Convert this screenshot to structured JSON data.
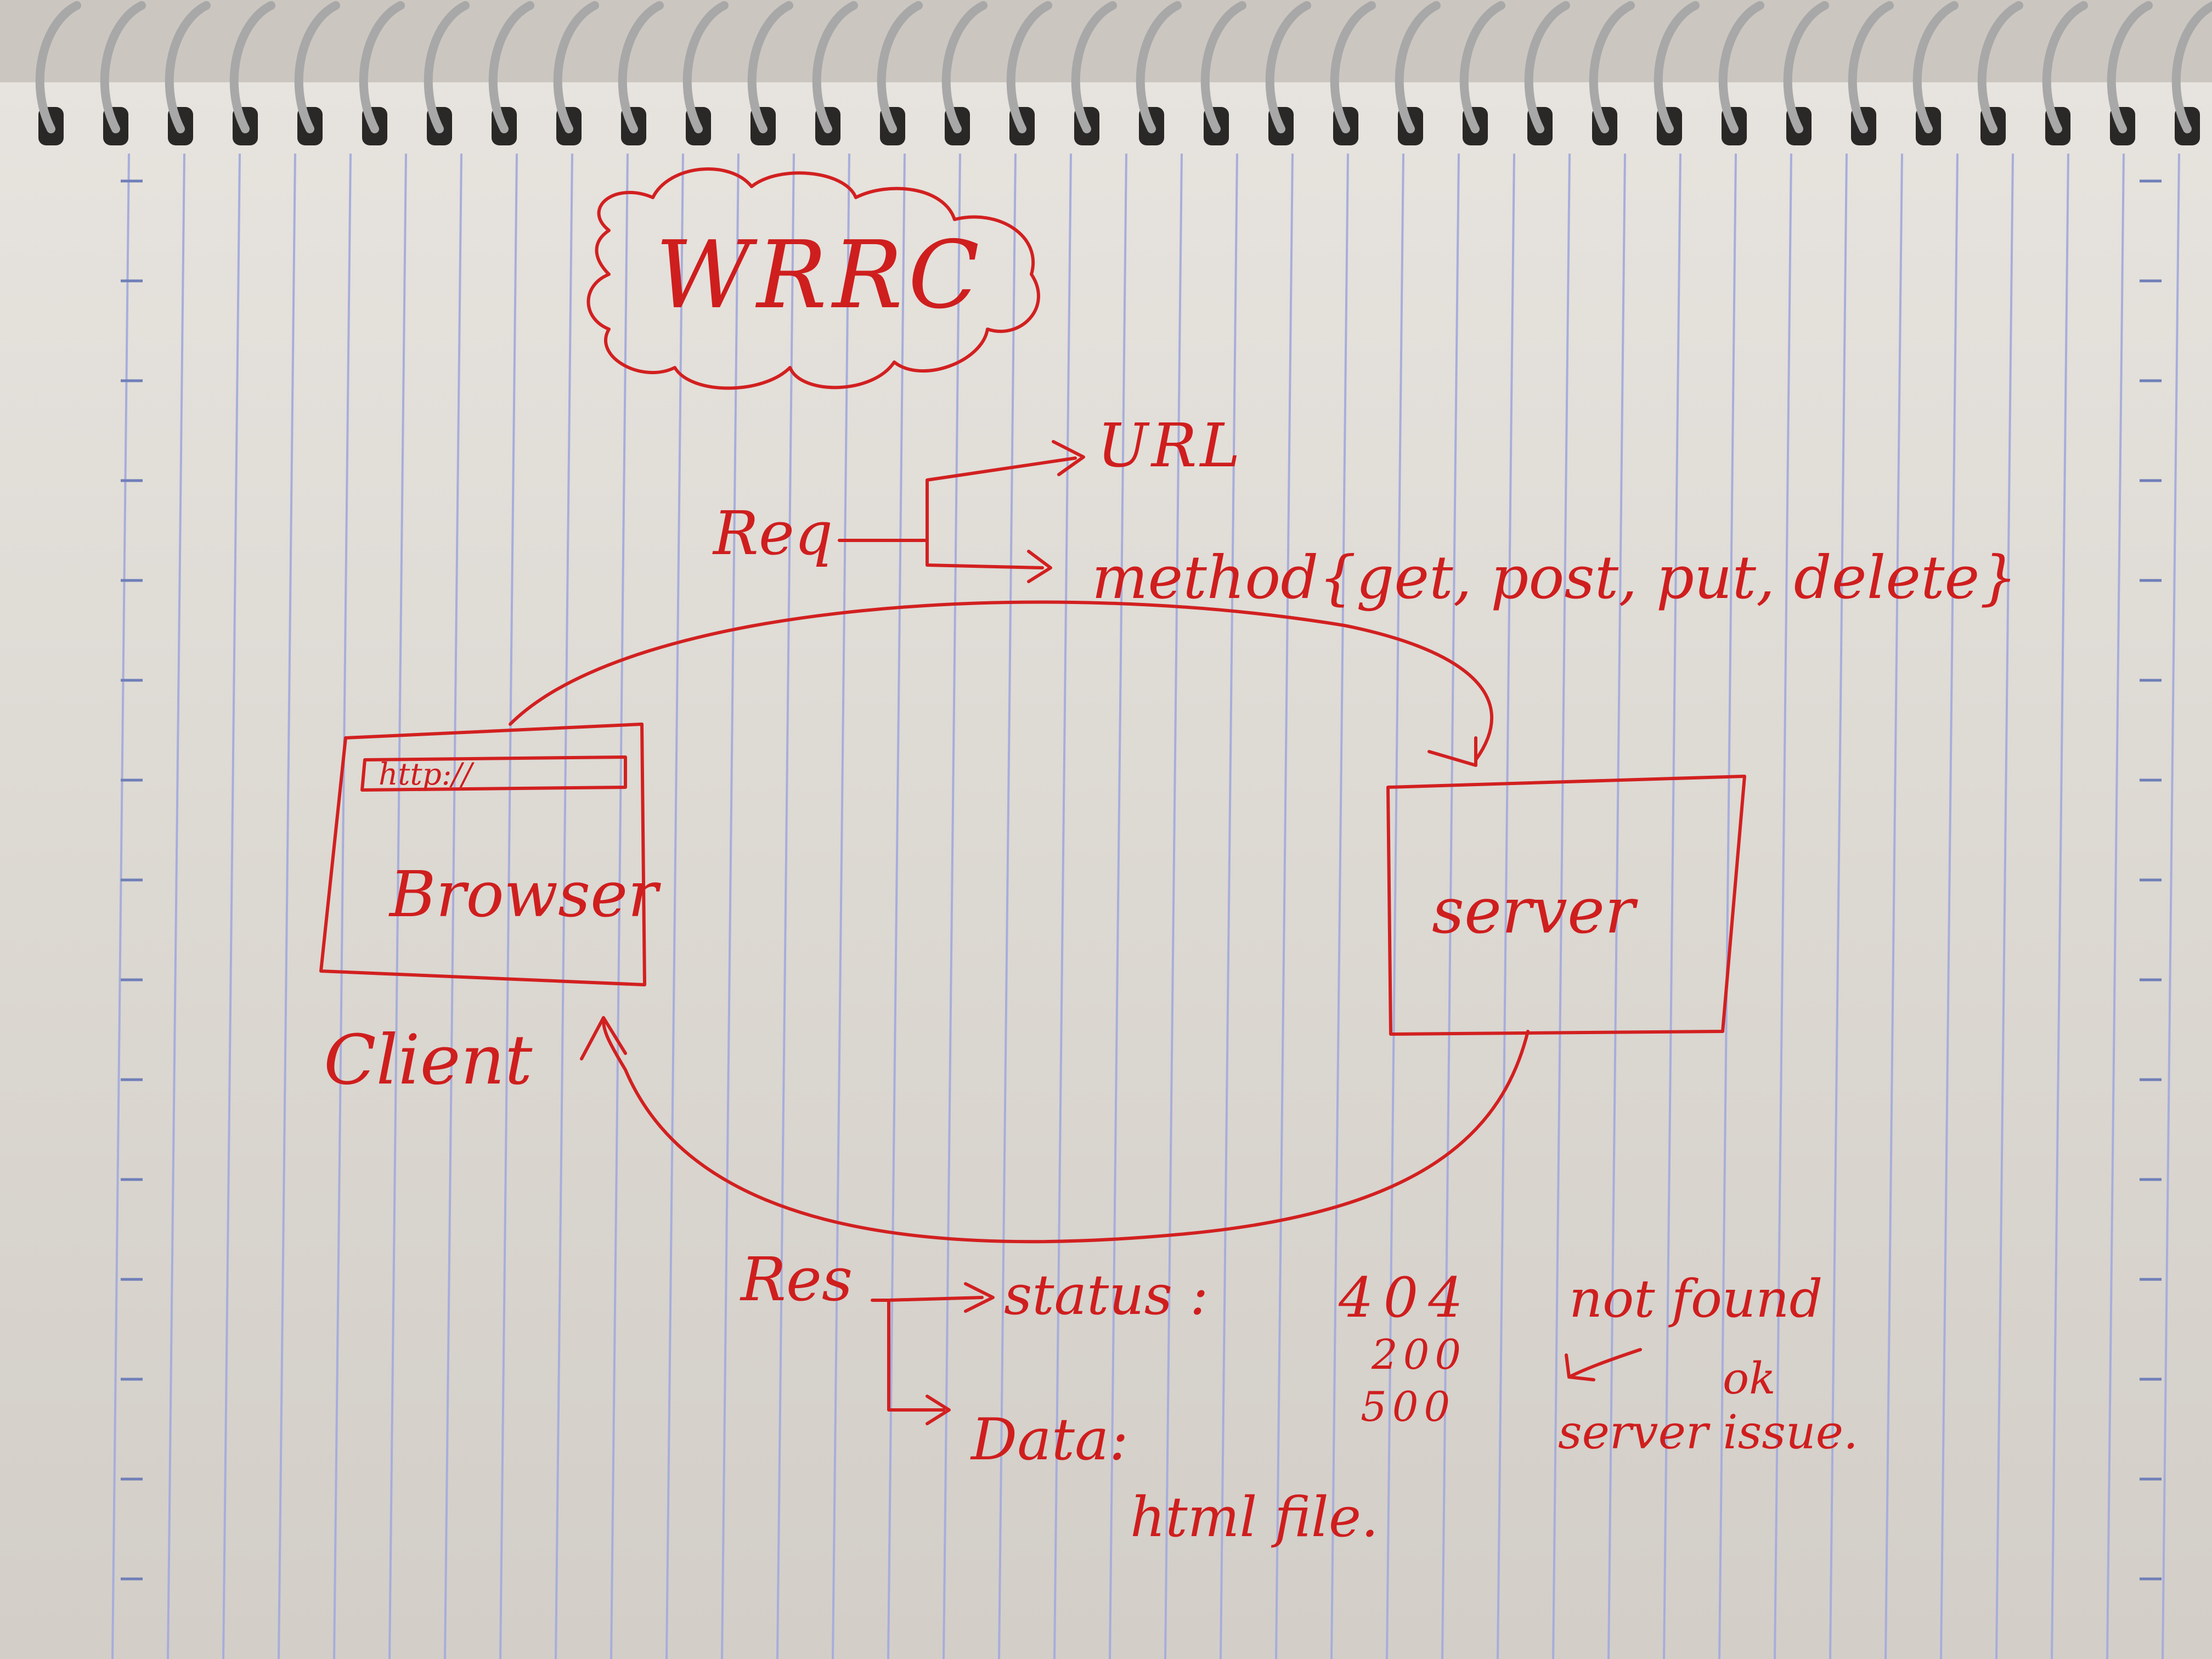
{
  "title": "WRRC",
  "request": {
    "label": "Req",
    "url_label": "URL",
    "method_label": "method{get, post, put, delete}"
  },
  "browser": {
    "address": "http://",
    "label": "Browser",
    "caption": "Client"
  },
  "server": {
    "label": "server"
  },
  "response": {
    "label": "Res",
    "status_label": "status :",
    "status_lines": [
      {
        "code": "404",
        "text": "not found"
      },
      {
        "code": "200",
        "text": "ok"
      },
      {
        "code": "500",
        "text": "server issue."
      }
    ],
    "data_label": "Data:",
    "data_value": "html file."
  },
  "colors": {
    "ink": "#cf1e1e",
    "paper": "#e5e1dc",
    "rule": "#a7aedb",
    "spiral": "#a8a8a8"
  }
}
